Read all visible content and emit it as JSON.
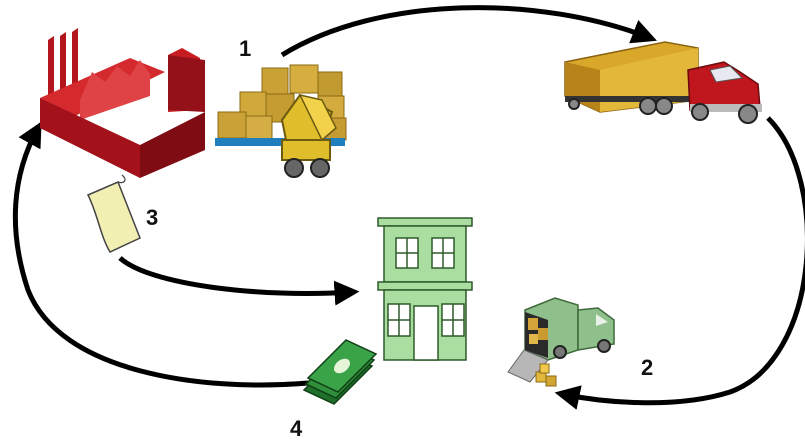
{
  "steps": [
    {
      "number": "1"
    },
    {
      "number": "2"
    },
    {
      "number": "3"
    },
    {
      "number": "4"
    }
  ],
  "icons": {
    "factory": "factory-icon",
    "forklift": "forklift-with-boxes-icon",
    "semi_truck": "semi-truck-icon",
    "delivery_truck": "delivery-truck-icon",
    "invoice": "invoice-paper-icon",
    "store": "store-building-icon",
    "money": "money-stack-icon"
  },
  "colors": {
    "factory": "#b3161c",
    "boxes": "#c9a135",
    "forklift": "#e0bd2b",
    "truck_trailer": "#d9a82a",
    "truck_cab": "#c0161d",
    "small_truck": "#8fbf8a",
    "store": "#a9dea0",
    "paper": "#f2efb3",
    "money": "#2f8f3a",
    "arrow": "#000000"
  }
}
